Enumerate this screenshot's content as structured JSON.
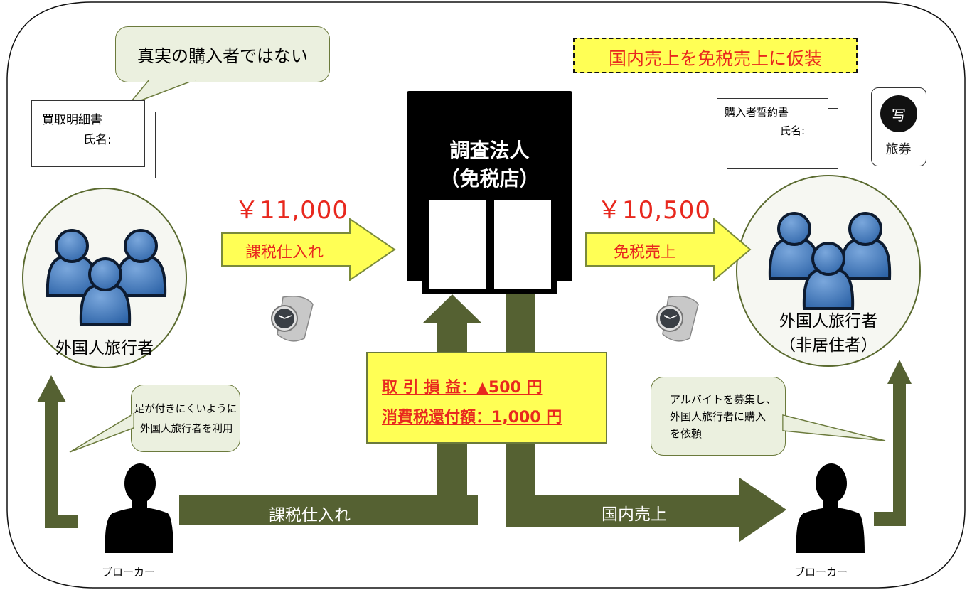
{
  "colors": {
    "accent_red": "#e8281e",
    "highlight_yellow": "#ffff55",
    "arrow_olive": "#556132",
    "bubble_fill": "#ebf0df",
    "store_black": "#000000"
  },
  "top_banner": {
    "text": "国内売上を免税売上に仮装"
  },
  "bubbles": {
    "not_real_buyer": "真実の購入者ではない",
    "use_tourists": [
      "足が付きにくいように",
      "外国人旅行者を利用"
    ],
    "recruit": [
      "アルバイトを募集し、",
      "外国人旅行者に購入",
      "を依頼"
    ]
  },
  "documents": {
    "purchase_statement": {
      "title": "買取明細書",
      "name_label": "氏名:"
    },
    "buyer_pledge": {
      "title": "購入者誓約書",
      "name_label": "氏名:"
    },
    "passport": {
      "photo_glyph": "写",
      "label": "旅券"
    }
  },
  "store": {
    "line1": "調査法人",
    "line2": "（免税店）"
  },
  "left_group": {
    "label": "外国人旅行者",
    "icon": "people-group-icon"
  },
  "right_group": {
    "label": "外国人旅行者",
    "sublabel": "（非居住者）",
    "icon": "people-group-icon"
  },
  "flows": {
    "taxable_purchase": {
      "amount": "￥11,000",
      "label": "課税仕入れ"
    },
    "tax_free_sale": {
      "amount": "￥10,500",
      "label": "免税売上"
    },
    "broker_purchase": {
      "label": "課税仕入れ"
    },
    "domestic_sale": {
      "label": "国内売上"
    }
  },
  "summary": {
    "row1_label": "取 引 損 益：",
    "row1_value": "▲500 円",
    "row2_label": "消費税還付額：",
    "row2_value": "1,000 円"
  },
  "brokers": {
    "left_label": "ブローカー",
    "right_label": "ブローカー"
  },
  "icons": {
    "watch": "wristwatch-icon",
    "silhouette": "person-silhouette-icon"
  }
}
